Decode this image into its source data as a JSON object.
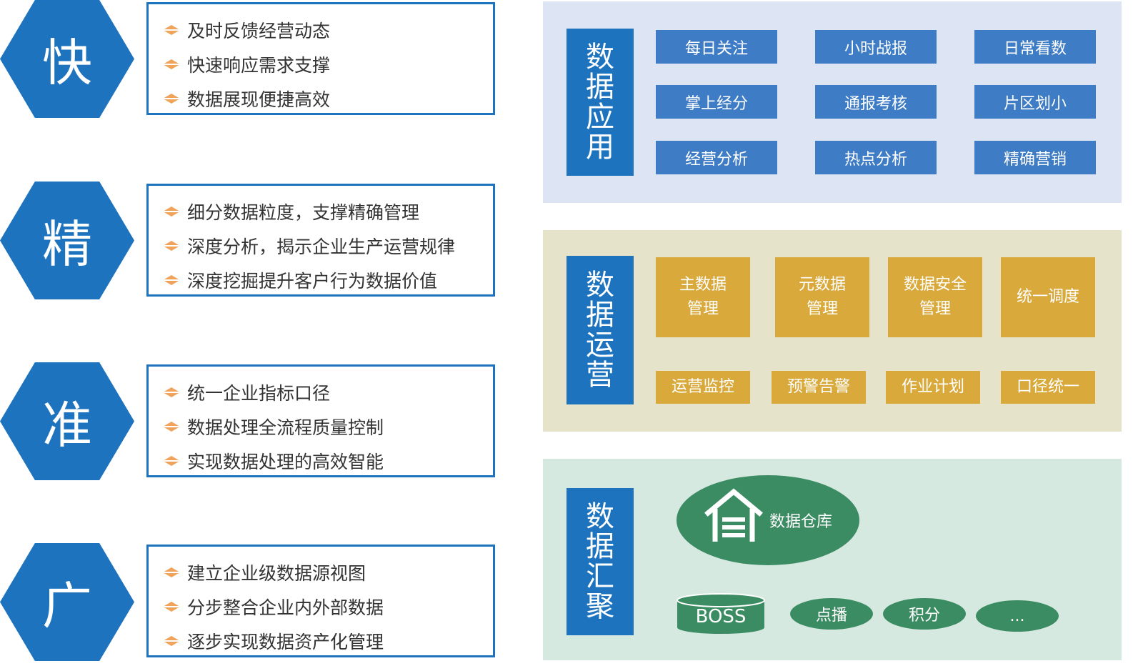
{
  "principles": [
    {
      "char": "快",
      "items": [
        "及时反馈经营动态",
        "快速响应需求支撑",
        "数据展现便捷高效"
      ]
    },
    {
      "char": "精",
      "items": [
        "细分数据粒度，支撑精确管理",
        "深度分析，揭示企业生产运营规律",
        "深度挖掘提升客户行为数据价值"
      ]
    },
    {
      "char": "准",
      "items": [
        "统一企业指标口径",
        "数据处理全流程质量控制",
        "实现数据处理的高效智能"
      ]
    },
    {
      "char": "广",
      "items": [
        "建立企业级数据源视图",
        "分步整合企业内外部数据",
        "逐步实现数据资产化管理"
      ]
    }
  ],
  "application": {
    "title": "数据应用",
    "buttons": [
      "每日关注",
      "小时战报",
      "日常看数",
      "掌上经分",
      "通报考核",
      "片区划小",
      "经营分析",
      "热点分析",
      "精确营销"
    ]
  },
  "operation": {
    "title": "数据运营",
    "top": [
      "主数据\n管理",
      "元数据\n管理",
      "数据安全\n管理",
      "统一调度"
    ],
    "bottom": [
      "运营监控",
      "预警告警",
      "作业计划",
      "口径统一"
    ]
  },
  "aggregation": {
    "title": "数据汇聚",
    "warehouse": "数据仓库",
    "boss": "BOSS",
    "sources": [
      "点播",
      "积分",
      "..."
    ]
  },
  "colors": {
    "primary_blue": "#1e73be",
    "button_blue": "#3e7cc5",
    "gold": "#d9a93b",
    "green": "#3c8c63",
    "panel_blue_bg": "#dde4f3",
    "panel_tan_bg": "#e6e3cb",
    "panel_green_bg": "#d5e9e0",
    "diamond_orange": "#f0a35b"
  }
}
